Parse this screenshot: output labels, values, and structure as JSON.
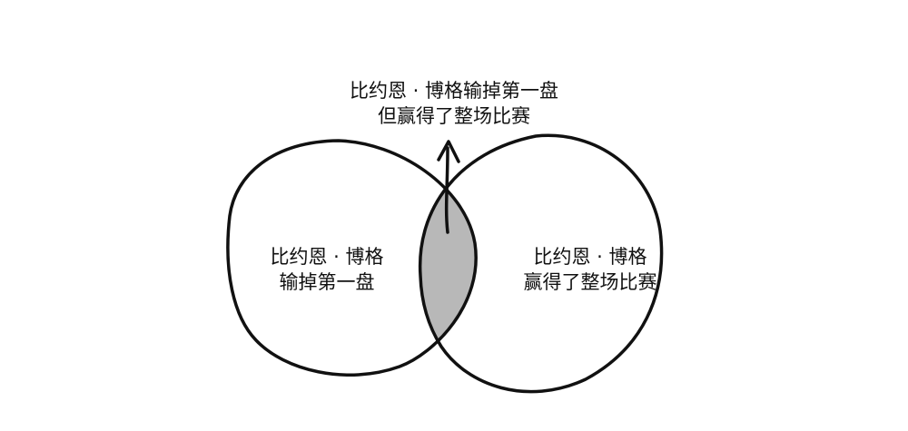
{
  "top_label": {
    "line1": "比约恩 · 博格输掉第一盘",
    "line2": "但赢得了整场比赛"
  },
  "left_circle": {
    "line1": "比约恩 · 博格",
    "line2": "输掉第一盘"
  },
  "right_circle": {
    "line1": "比约恩 · 博格",
    "line2": "赢得了整场比赛"
  },
  "colors": {
    "stroke": "#111111",
    "intersection_fill": "#b8b8b8",
    "background": "#ffffff"
  }
}
